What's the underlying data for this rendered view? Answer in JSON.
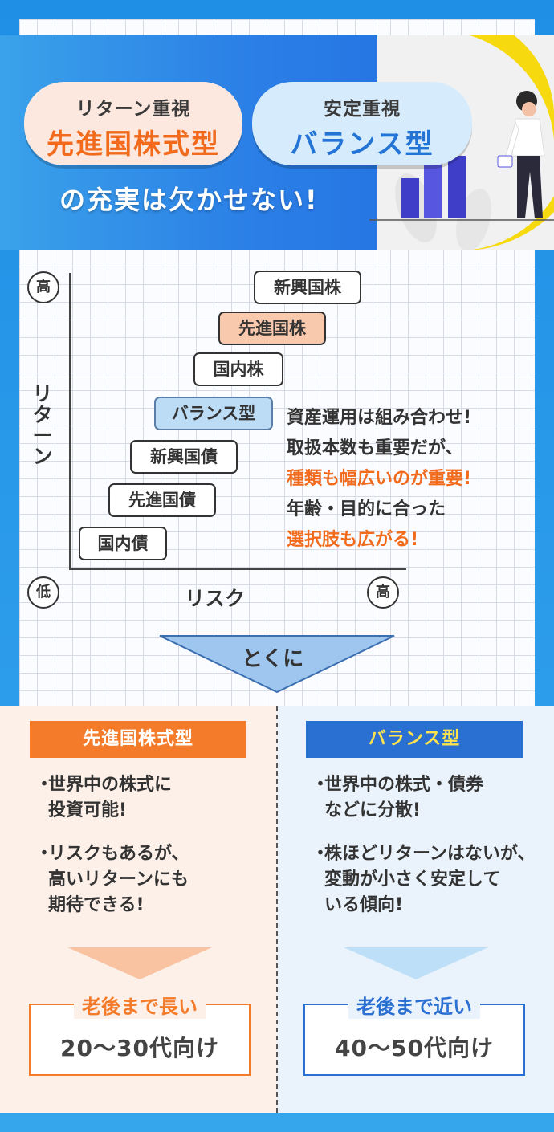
{
  "header": {
    "pill_left": {
      "sub": "リターン重視",
      "main": "先進国株式型"
    },
    "pill_right": {
      "sub": "安定重視",
      "main": "バランス型"
    },
    "tagline": "の充実は欠かせない!"
  },
  "chart": {
    "y_high": "高",
    "y_low": "低",
    "x_high": "高",
    "y_label": [
      "リ",
      "タ",
      "ー",
      "ン"
    ],
    "x_label": "リスク",
    "items": [
      {
        "label": "新興国株"
      },
      {
        "label": "先進国株"
      },
      {
        "label": "国内株"
      },
      {
        "label": "バランス型"
      },
      {
        "label": "新興国債"
      },
      {
        "label": "先進国債"
      },
      {
        "label": "国内債"
      }
    ],
    "note": {
      "line1": "資産運用は組み合わせ!",
      "line2": "取扱本数も重要だが、",
      "line3": "種類も幅広いのが重要!",
      "line4": "年齢・目的に合った",
      "line5": "選択肢も広がる!"
    }
  },
  "tokuni": "とくに",
  "left_panel": {
    "title": "先進国株式型",
    "b1_l1": "世界中の株式に",
    "b1_l2": "投資可能!",
    "b2_l1": "リスクもあるが、",
    "b2_l2": "高いリターンにも",
    "b2_l3": "期待できる!",
    "result_label": "老後まで長い",
    "result_value": "20〜30代向け"
  },
  "right_panel": {
    "title": "バランス型",
    "b1_l1": "世界中の株式・債券",
    "b1_l2": "などに分散!",
    "b2_l1": "株ほどリターンはないが、",
    "b2_l2": "変動が小さく安定して",
    "b2_l3": "いる傾向!",
    "result_label": "老後まで近い",
    "result_value": "40〜50代向け"
  },
  "colors": {
    "orange": "#f47b2a",
    "blue": "#2a6fd2",
    "yellow": "#ffe34d"
  },
  "bullet": "・"
}
